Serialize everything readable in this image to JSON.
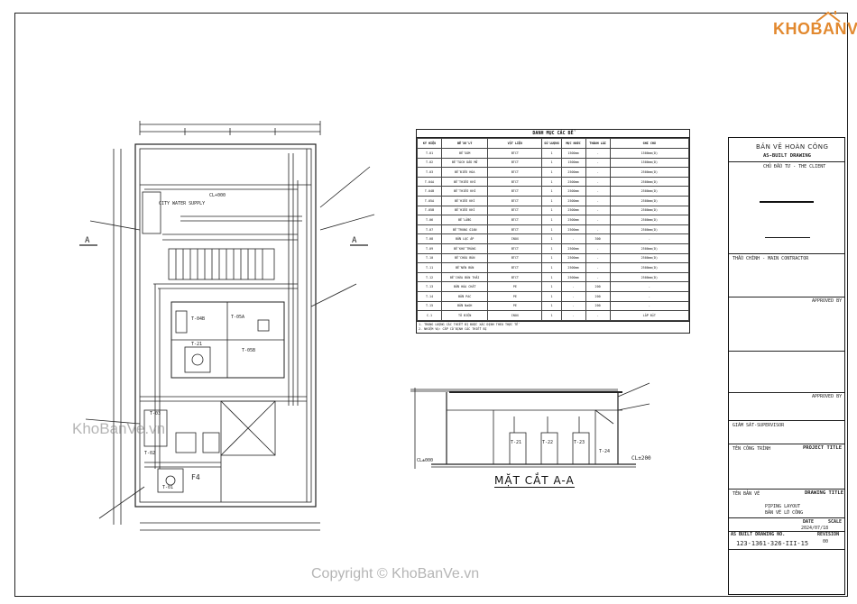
{
  "logo": {
    "text": "KHOBANVE"
  },
  "watermarks": {
    "center": "KhoBanVe.vn",
    "footer": "Copyright © KhoBanVe.vn"
  },
  "plan": {
    "section_markers": [
      "A",
      "A"
    ],
    "rooms": [
      "T-04B",
      "T-05A",
      "T-21",
      "T-05B",
      "T-03",
      "T-02",
      "T-01"
    ],
    "notes": [
      "CITY WATER SUPPLY",
      "CL+000",
      "F4"
    ]
  },
  "schedule": {
    "title": "DANH MỤC CÁC BỂ",
    "headers": [
      "KÝ HIỆU",
      "BỂ XỬ LÝ",
      "VẬT LIỆU",
      "SỐ LƯỢNG",
      "MỰC NƯỚC",
      "THÀNH LÁI",
      "GHI CHÚ"
    ],
    "rows": [
      [
        "T-01",
        "BỂ GOM",
        "BTCT",
        "1",
        "1500mm",
        "-",
        "1500mm(D)"
      ],
      [
        "T-02",
        "BỂ TÁCH DẦU MỠ",
        "BTCT",
        "1",
        "1500mm",
        "-",
        "1500mm(D)"
      ],
      [
        "T-03",
        "BỂ ĐIỀU HÒA",
        "BTCT",
        "1",
        "2500mm",
        "-",
        "2500mm(D)"
      ],
      [
        "T-04A",
        "BỂ THIẾU KHÍ",
        "BTCT",
        "1",
        "2500mm",
        "-",
        "2500mm(D)"
      ],
      [
        "T-04B",
        "BỂ THIẾU KHÍ",
        "BTCT",
        "1",
        "2500mm",
        "-",
        "2500mm(D)"
      ],
      [
        "T-05A",
        "BỂ HIẾU KHÍ",
        "BTCT",
        "1",
        "2500mm",
        "-",
        "2500mm(D)"
      ],
      [
        "T-05B",
        "BỂ HIẾU KHÍ",
        "BTCT",
        "1",
        "2500mm",
        "-",
        "2500mm(D)"
      ],
      [
        "T-06",
        "BỂ LẮNG",
        "BTCT",
        "1",
        "2500mm",
        "-",
        "2500mm(D)"
      ],
      [
        "T-07",
        "BỂ TRUNG GIAN",
        "BTCT",
        "1",
        "2500mm",
        "-",
        "2500mm(D)"
      ],
      [
        "T-08",
        "BỒN LỌC ÁP",
        "INOX",
        "1",
        "-",
        "300",
        "-"
      ],
      [
        "T-09",
        "BỂ KHỬ TRÙNG",
        "BTCT",
        "1",
        "2500mm",
        "-",
        "2500mm(D)"
      ],
      [
        "T-10",
        "BỂ CHỨA BÙN",
        "BTCT",
        "1",
        "2500mm",
        "-",
        "2500mm(D)"
      ],
      [
        "T-11",
        "BỂ NÉN BÙN",
        "BTCT",
        "1",
        "2500mm",
        "-",
        "2500mm(D)"
      ],
      [
        "T-12",
        "BỂ CHỨA BÙN THẢI",
        "BTCT",
        "1",
        "2500mm",
        "-",
        "2500mm(D)"
      ],
      [
        "T-13",
        "BỒN HÓA CHẤT",
        "PE",
        "1",
        "-",
        "200",
        "-"
      ],
      [
        "T-14",
        "BỒN PAC",
        "PE",
        "1",
        "-",
        "200",
        "-"
      ],
      [
        "T-15",
        "BỒN NaOH",
        "PE",
        "1",
        "-",
        "200",
        "-"
      ],
      [
        "C-1",
        "TỦ ĐIỆN",
        "INOX",
        "1",
        "-",
        "-",
        "LẮP ĐẶT"
      ]
    ],
    "notes": [
      "1. TRONG LƯỢNG CÁC THIẾT BỊ ĐƯỢC XÁC ĐỊNH THEO THỰC TẾ",
      "2. NHIỆM VỤ: CẤP CỐ ĐỊNH CÁC THIẾT BỊ"
    ]
  },
  "section": {
    "title": "MẶT CẮT A-A",
    "levels": [
      "CL±000",
      "CL±200"
    ],
    "tanks": [
      "T-21",
      "T-22",
      "T-23",
      "T-24"
    ]
  },
  "title_block": {
    "title": "BẢN VẼ HOÀN CÔNG",
    "subtitle": "AS-BUILT DRAWING",
    "client_label": "CHỦ ĐẦU TƯ - THE CLIENT",
    "contractor_label": "THẦU CHÍNH - MAIN CONTRACTOR",
    "approved_1": "APPROVED BY",
    "approved_2": "APPROVED BY",
    "supervisor_label": "GIÁM SÁT-SUPERVISOR",
    "project_label": "TÊN CÔNG TRÌNH",
    "project_title": "PROJECT TITLE",
    "drawing_label": "TÊN BẢN VẼ",
    "drawing_title": "DRAWING TITLE",
    "drawing_name_1": "PIPING LAYOUT",
    "drawing_name_2": "BẢN VẼ LỚ CÔNG",
    "date_label": "DATE",
    "date_value": "2024/07/18",
    "scale_label": "SCALE",
    "drawing_no_label": "AS BUILT DRAWING NO.",
    "drawing_no": "123-1361-326-III-15",
    "revision_label": "REVISION",
    "revision_value": "00"
  }
}
